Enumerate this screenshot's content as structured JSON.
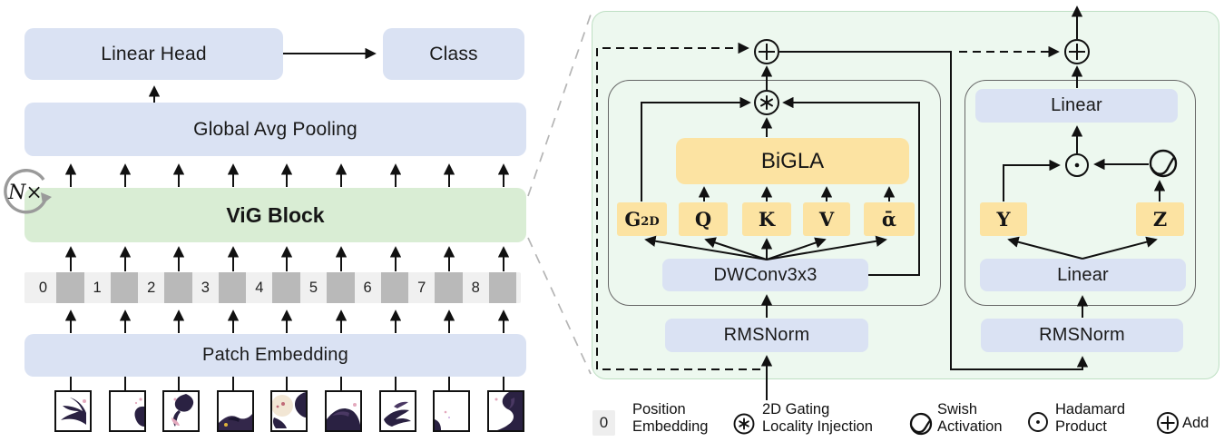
{
  "left_diagram": {
    "linear_head_label": "Linear Head",
    "class_label": "Class",
    "global_avg_pooling_label": "Global Avg Pooling",
    "repeat_label": "N×",
    "vig_block_label": "ViG Block",
    "position_indices": [
      "0",
      "1",
      "2",
      "3",
      "4",
      "5",
      "6",
      "7",
      "8"
    ],
    "patch_embedding_label": "Patch Embedding"
  },
  "vig_block_detail": {
    "bigla_label": "BiGLA",
    "dwconv_label": "DWConv3x3",
    "rmsnorm_left_label": "RMSNorm",
    "rmsnorm_right_label": "RMSNorm",
    "linear_upper_label": "Linear",
    "linear_lower_label": "Linear",
    "tokens": {
      "g_base": "G",
      "g_sub": "2D",
      "q": "Q",
      "k": "K",
      "v": "V",
      "alpha_bar": "ᾱ",
      "y": "Y",
      "z": "Z"
    }
  },
  "legend": {
    "position_embedding": {
      "symbol": "0",
      "line1": "Position",
      "line2": "Embedding"
    },
    "gating": {
      "line1": "2D Gating",
      "line2": "Locality Injection"
    },
    "swish": {
      "line1": "Swish",
      "line2": "Activation"
    },
    "hadamard": {
      "line1": "Hadamard",
      "line2": "Product"
    },
    "add": {
      "label": "Add"
    }
  },
  "colors": {
    "box_blue": "#dae2f3",
    "block_green": "#d9edd4",
    "panel_green": "#edf8ef",
    "token_yellow": "#fce3a2",
    "square_gray": "#b9b9b9",
    "strip_gray": "#f0f0f0"
  }
}
